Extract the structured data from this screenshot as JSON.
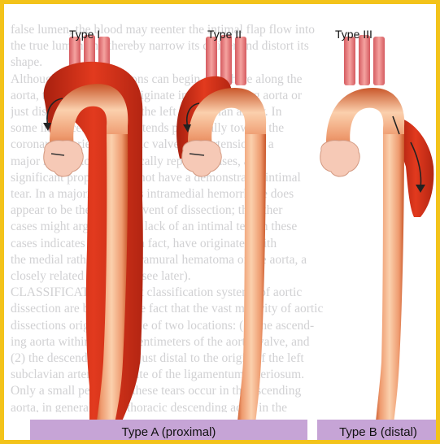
{
  "types": {
    "type1": "Type I",
    "type2": "Type II",
    "type3": "Type III"
  },
  "groups": {
    "proximal": "Type A (proximal)",
    "distal": "Type B (distal)"
  },
  "background_text": [
    "false lumen, the blood may reenter the intimal flap flow into",
    "the true lumen and thereby narrow its caliber and distort its",
    "shape.",
    "   Although aortic dissections can begin anywhere along the",
    "aorta, the vast majority originate in the ascending aorta or",
    "just distal to the origin of the left subclavian artery. In",
    "some instances the tear extends proximally toward the",
    "coronary arteries and aortic valve. Hypertension is a",
    "major risk factor. In surgically repaired cases, a",
    "significant proportion do not have a demonstrable intimal",
    "tear. In a majority of cases intramedial hemorrhage does",
    "appear to be the primary event of dissection; the other",
    "cases might argue that the lack of an intimal tear in these",
    "cases indicates they are, in fact, have originated with",
    "the medial rather have intramural hematoma of the aorta, a",
    "closely related condition (see later).",
    "   CLASSIFICATION. Most classification systems of aortic",
    "dissection are based on the fact that the vast majority of aortic",
    "dissections originate in one of two locations: (1) the ascend-",
    "ing aorta within several centimeters of the aortic valve, and",
    "(2) the descending aorta, just distal to the origin of the left",
    "subclavian artery at the site of the ligamentum arteriosum.",
    "Only a small percent of these tears occur in the ascending",
    "aorta, in general in the thoracic descending aorta in the"
  ],
  "colors": {
    "frame": "#f3c31a",
    "bar": "#c6a4d6",
    "aorta_true": "#f4b48a",
    "aorta_dark": "#d4632f",
    "dissection": "#d9301a",
    "branches": "#e8787a",
    "valve": "#f6c9b6"
  },
  "icons": [
    "arrow-icon"
  ]
}
